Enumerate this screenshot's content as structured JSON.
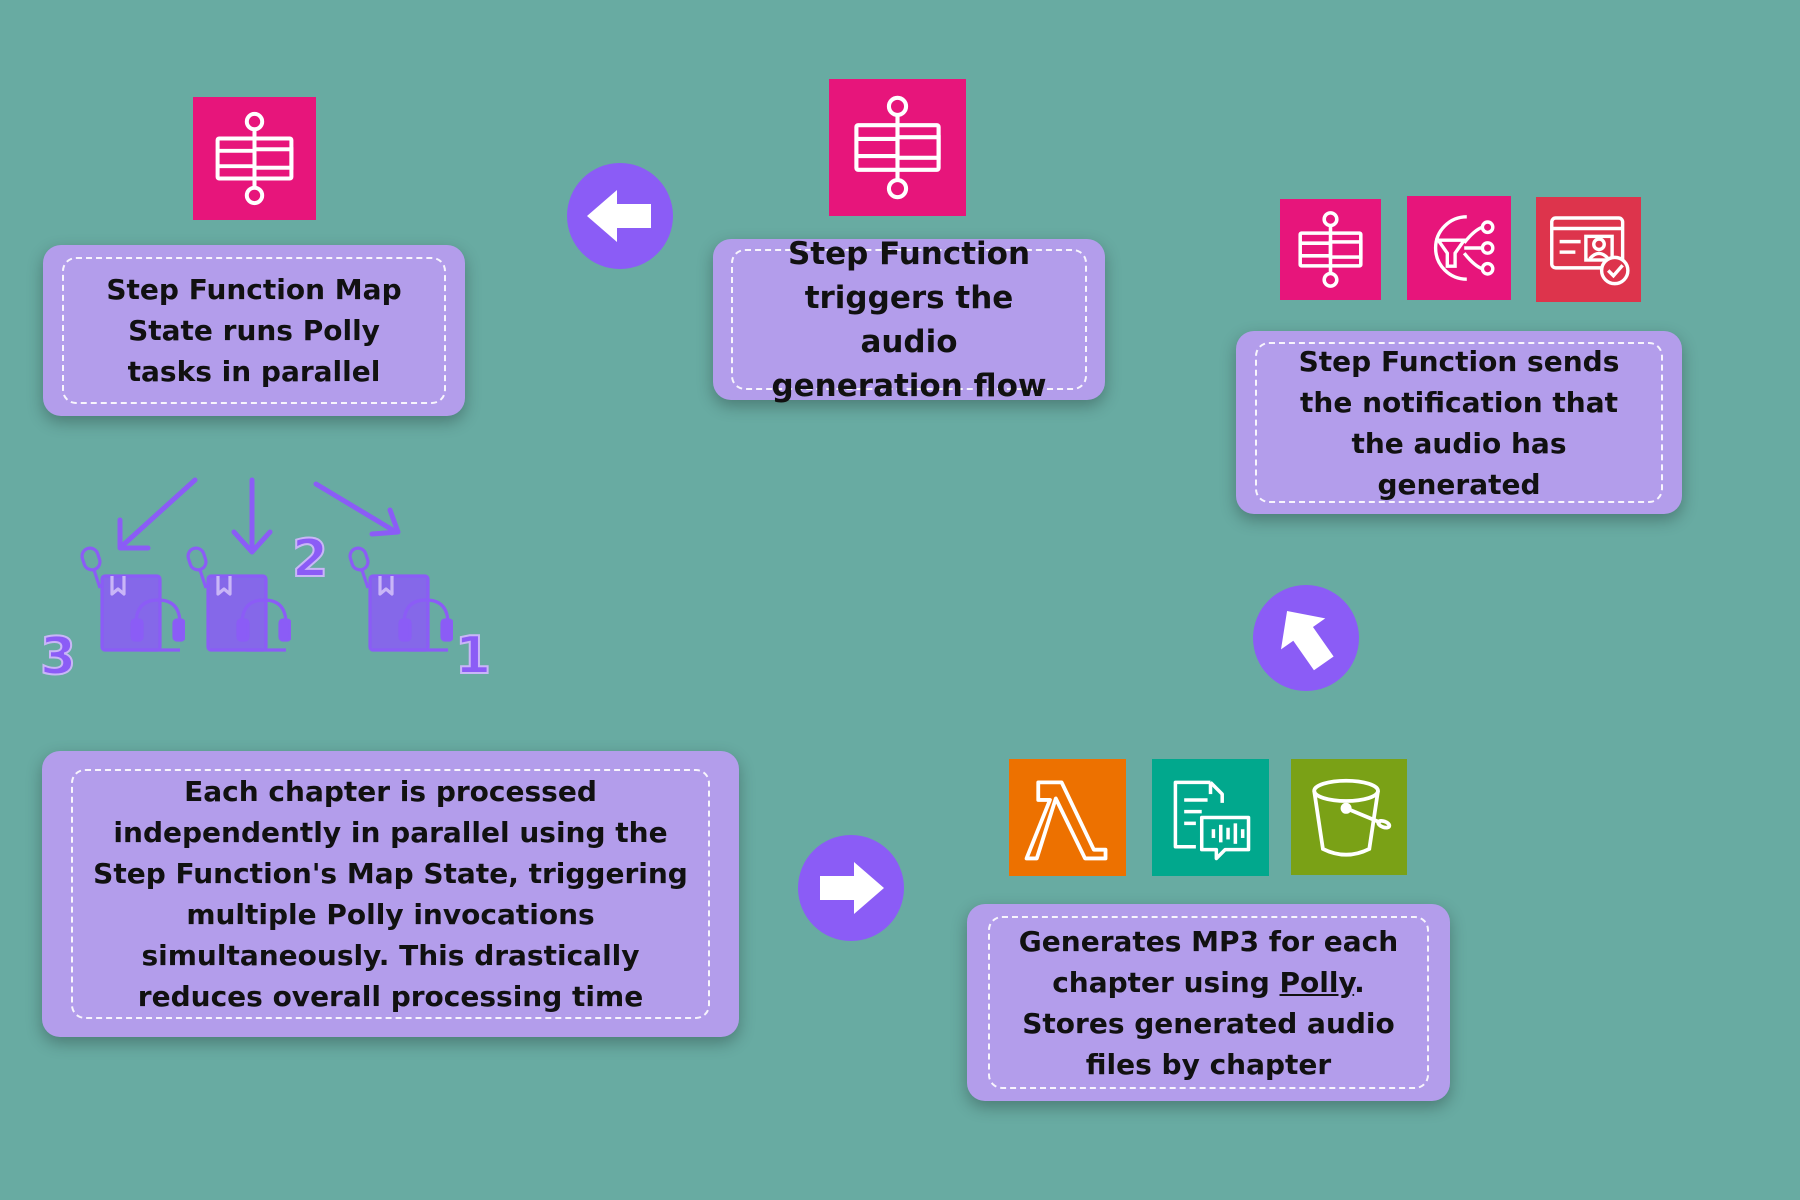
{
  "colors": {
    "background": "#68ABA2",
    "box": "#B39DEB",
    "accent": "#8B5CF6",
    "step_functions": "#E7157B",
    "lambda": "#ED7100",
    "polly": "#01A88D",
    "s3": "#7AA116",
    "audit_manager": "#DD344C"
  },
  "boxes": {
    "map_state": "Step Function Map State runs Polly tasks in parallel",
    "triggers": "Step Function triggers the audio generation flow",
    "notification": "Step Function sends the notification that the audio has generated",
    "parallel_description": "Each chapter is processed independently in parallel using the Step Function's Map State, triggering multiple Polly invocations simultaneously. This drastically reduces overall processing time",
    "generates": {
      "part1": "Generates MP3 for each chapter using ",
      "link": "Polly",
      "part2": ". Stores generated audio files by chapter"
    }
  },
  "numbers": {
    "one": "1",
    "two": "2",
    "three": "3"
  },
  "icons": [
    "step-functions-icon",
    "sns-icon",
    "audit-manager-icon",
    "lambda-icon",
    "polly-icon",
    "s3-bucket-icon",
    "audiobook-icon",
    "arrow-left-icon",
    "arrow-right-icon",
    "arrow-up-icon"
  ]
}
